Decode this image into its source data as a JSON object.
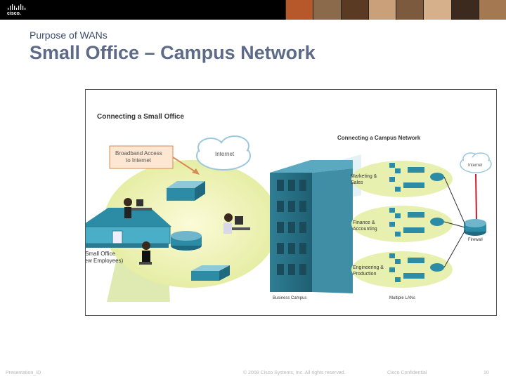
{
  "header": {
    "logo_text": "cisco."
  },
  "slide": {
    "subtitle": "Purpose of WANs",
    "title": "Small Office – Campus Network"
  },
  "diagram": {
    "small_office_heading": "Connecting a Small Office",
    "broadband_line1": "Broadband Access",
    "broadband_line2": "to Internet",
    "internet_label": "Internet",
    "small_office_line1": "Small Office",
    "small_office_line2": "(Few Employees)",
    "campus_heading": "Connecting a Campus Network",
    "internet_small_label": "Internet",
    "dept1_line1": "Marketing &",
    "dept1_line2": "Sales",
    "dept2_line1": "Finance &",
    "dept2_line2": "Accounting",
    "dept3_line1": "Engineering &",
    "dept3_line2": "Production",
    "firewall_label": "Firewall",
    "business_campus_label": "Business Campus",
    "multiple_lans_label": "Multiple LANs"
  },
  "footer": {
    "presentation_id": "Presentation_ID",
    "copyright": "© 2008 Cisco Systems, Inc. All rights reserved.",
    "confidential": "Cisco Confidential",
    "page_number": "10"
  }
}
